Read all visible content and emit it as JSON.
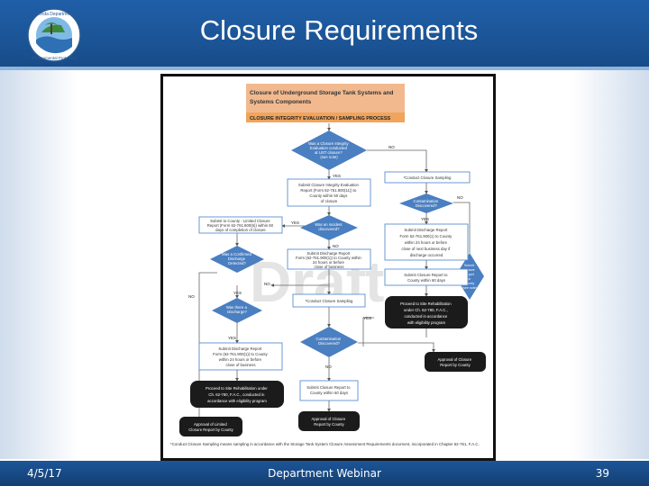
{
  "slide": {
    "title": "Closure Requirements",
    "footer": {
      "date": "4/5/17",
      "center": "Department Webinar",
      "page": "39"
    }
  },
  "logo": {
    "top_text": "Florida Department",
    "bottom_text": "Environmental Protection"
  },
  "flowchart": {
    "title_line1": "Closure of Underground Storage Tank Systems and",
    "title_line2": "Systems Components",
    "subtitle": "CLOSURE INTEGRITY EVALUATION / SAMPLING PROCESS",
    "watermark": "Draft",
    "labels": {
      "yes": "YES",
      "no": "NO"
    },
    "nodes": {
      "d1": [
        "Was a Closure Integrity",
        "Evaluation conducted",
        "at UST closure?",
        "(see note)"
      ],
      "b_conduct_sampling": [
        "*Conduct Closure Sampling"
      ],
      "b_submit_report": [
        "Submit Closure Integrity Evaluation",
        "Report (Form 62-761.900(11)) to",
        "County within 60 days",
        "of closure"
      ],
      "d_contamination": [
        "Contamination",
        "Discovered?"
      ],
      "b_limited_report": [
        "Submit to County - Limited Closure",
        "Report (Form 62-761.900(6)) within 60",
        "days of completion of closure"
      ],
      "d_incident": [
        "Was an incident",
        "discovered?"
      ],
      "b_submit_discharge_form": [
        "Submit Discharge Report",
        "Form (62-761.900(1)) to County within",
        "24 hours or before",
        "close of business"
      ],
      "b_discharge_right": [
        "Submit Discharge Report",
        "Form 62-761.900(1) to County",
        "within 24 hours or before",
        "close of next business day if",
        "discharge occurred"
      ],
      "d_confirmed": [
        "Was a Confirmed",
        "Discharge",
        "Detected?"
      ],
      "b_closure_report_right": [
        "Submit Closure Report to",
        "County within 60 days"
      ],
      "d_approved_right": [
        "Submit",
        "Closure",
        "Report",
        "to",
        "County",
        "(see note)"
      ],
      "b_conduct_sampling2": [
        "*Conduct Closure Sampling"
      ],
      "dk_proceed_right": [
        "Proceed to Site Rehabilitation",
        "under Ch. 62-780, F.A.C.,",
        "conducted in accordance",
        "with eligibility program"
      ],
      "d_was_discharge": [
        "Was there a",
        "Discharge?"
      ],
      "d_contamination2": [
        "Contamination",
        "Discovered?"
      ],
      "b_discharge_left": [
        "Submit Discharge Report",
        "Form (62-761.900(1)) to County",
        "within 24 hours or before",
        "close of business"
      ],
      "b_approval_right": [
        "Approval of Closure",
        "Report by County"
      ],
      "dk_proceed_left": [
        "Proceed to Site Rehabilitation under",
        "Ch. 62-780, F.A.C., conducted in",
        "accordance with eligibility program"
      ],
      "b_closure_report_mid": [
        "Submit Closure Report to",
        "County within 60 days"
      ],
      "dk_approval_left": [
        "Approval of Limited",
        "Closure Report by County"
      ],
      "dk_approval_mid": [
        "Approval of Closure",
        "Report by County"
      ]
    },
    "footnote": "*Conduct Closure Sampling means sampling in accordance with the Storage Tank System Closure Assessment Requirements document, incorporated in Chapter 62-761, F.A.C.",
    "colors": {
      "diamond": "#4a7fc1",
      "box_border": "#5b8fd0",
      "dark": "#1b1b1b",
      "title_fill": "#f2b98f",
      "subtitle_fill": "#f0a45c"
    }
  }
}
